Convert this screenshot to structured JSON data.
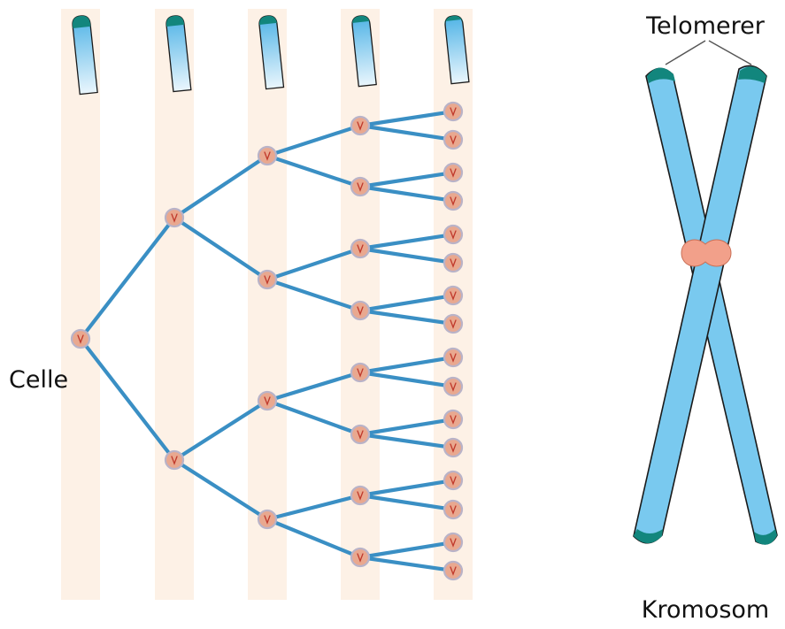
{
  "labels": {
    "cell": "Celle",
    "telomeres": "Telomerer",
    "chromosome": "Kromosom"
  },
  "diagram": {
    "generations": 5,
    "description_of_structure": "binary cell-division tree, one cell doubling each generation",
    "colors": {
      "band": "#fdf1e6",
      "branch": "#3a8fc4",
      "cell_fill": "#e9a88f",
      "cell_ring": "#b9b3c8",
      "cell_core": "#c0392b",
      "chromosome_fill": "#79c9ef",
      "chromosome_outline": "#1a1a1a",
      "telomere": "#12867d",
      "centromere": "#f2a08a"
    }
  }
}
